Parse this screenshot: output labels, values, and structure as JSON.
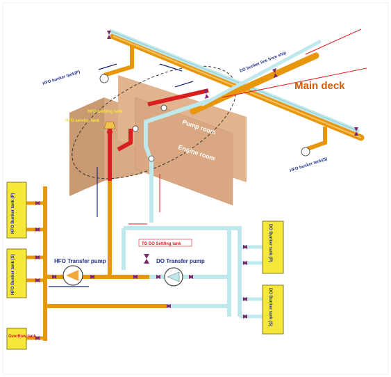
{
  "labels": {
    "main_deck": "Main deck",
    "do_bunker_line": "DO bunker line from ship",
    "hfo_bunker_tank_p": "HFO bunker tank(P)",
    "hfo_bunker_tank_s": "HFO bunker tank(S)",
    "hfo_settling_tank": "HFO Settling tank",
    "hfo_service_tank": "HFO service tank",
    "pump_room": "Pump room",
    "engine_room": "Engine room",
    "hfo_transfer_pump": "HFO Transfer pump",
    "do_transfer_pump": "DO Transfer pump",
    "to_do_settling_tank": "TO DO Settling tank",
    "hfo_bunker_tank_left_1": "HFO Bunker tank (P)",
    "hfo_bunker_tank_left_2": "HFO Bunker tank (S)",
    "do_bunker_tank_right_1": "DO Bunker tank (P)",
    "do_bunker_tank_right_2": "DO Bunker tank (S)",
    "overflow_tank": "Overflow tank"
  },
  "colors": {
    "hfo_pipe": "#e8960c",
    "do_pipe": "#bfe8ec",
    "hot_pipe": "#d81e1e",
    "tank_yellow": "#f5e63a",
    "wall": "#e2b48d",
    "valve": "#7a2a6a",
    "arrow_red": "#e0171f",
    "arrow_blue": "#1a237e",
    "label_blue": "#1c2f8c",
    "main_deck_text": "#d25a0a"
  }
}
